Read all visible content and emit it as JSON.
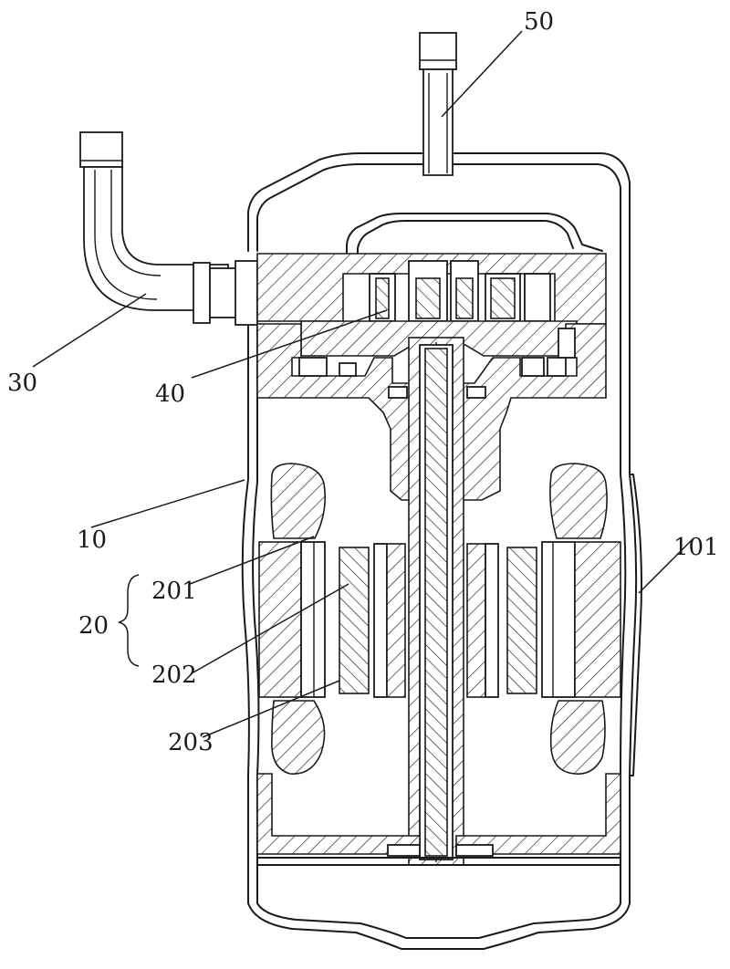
{
  "labels": {
    "l50": "50",
    "l30": "30",
    "l40": "40",
    "l10": "10",
    "l101": "101",
    "l201": "201",
    "l20": "20",
    "l202": "202",
    "l203": "203"
  }
}
